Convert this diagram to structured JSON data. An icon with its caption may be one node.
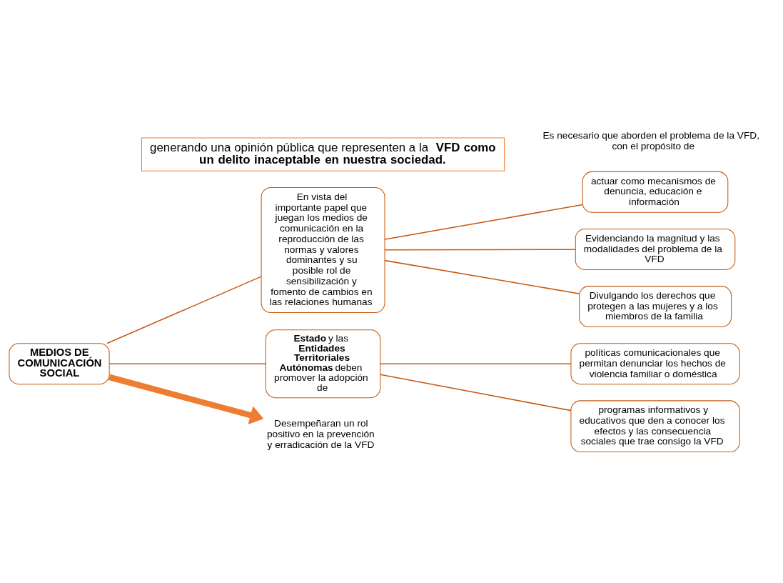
{
  "diagram": {
    "nodes": [
      {
        "text": [
          "MEDIOS DE COMUNICACIÓN SOCIAL"
        ]
      },
      {
        "text": [
          "En vista del importante papel que juegan los medios de comunicación en la reproducción de las normas y valores dominantes y su posible rol de sensibilización y fomento de cambios en las relaciones humanas"
        ]
      },
      {
        "text": [
          "actuar como mecanismos de denuncia, educación e información"
        ]
      },
      {
        "text": [
          "Evidenciando la magnitud y las modalidades del problema de la VFD"
        ]
      },
      {
        "text": [
          "Divulgando los derechos que protegen a las mujeres y a los miembros de la familia"
        ]
      },
      {
        "text": [
          "**Estado** y las **Entidades Territoriales Autónomas** deben promover la adopción de"
        ]
      },
      {
        "text": [
          "políticas comunicacionales que permitan denunciar los hechos de violencia familiar o doméstica"
        ]
      },
      {
        "text": [
          "programas informativos y educativos que den a conocer los efectos y las consecuencia sociales que trae consigo la VFD"
        ]
      },
      {
        "text": [
          "Desempeñaran un rol positivo en la prevención y erradicación de la VFD"
        ]
      },
      {
        "text": [
          "generando una opinión pública que representen a la **VFD como un delito inaceptable en nuestra sociedad.**"
        ]
      }
    ],
    "edges": [
      {
        "from": 0,
        "to": 1,
        "arrow": "none"
      },
      {
        "from": 0,
        "to": 5,
        "arrow": "none"
      },
      {
        "from": 1,
        "to": 2,
        "arrow": "none"
      },
      {
        "from": 1,
        "to": 3,
        "arrow": "none"
      },
      {
        "from": 1,
        "to": 4,
        "arrow": "none"
      },
      {
        "from": 5,
        "to": 6,
        "arrow": "none"
      },
      {
        "from": 5,
        "to": 7,
        "arrow": "none"
      },
      {
        "from": 0,
        "to": 8,
        "arrow": "to",
        "style": "thick",
        "color": "#ed7d31"
      }
    ],
    "labels": [
      "Es necesario que aborden el problema de la VFD, con el propósito de"
    ]
  }
}
